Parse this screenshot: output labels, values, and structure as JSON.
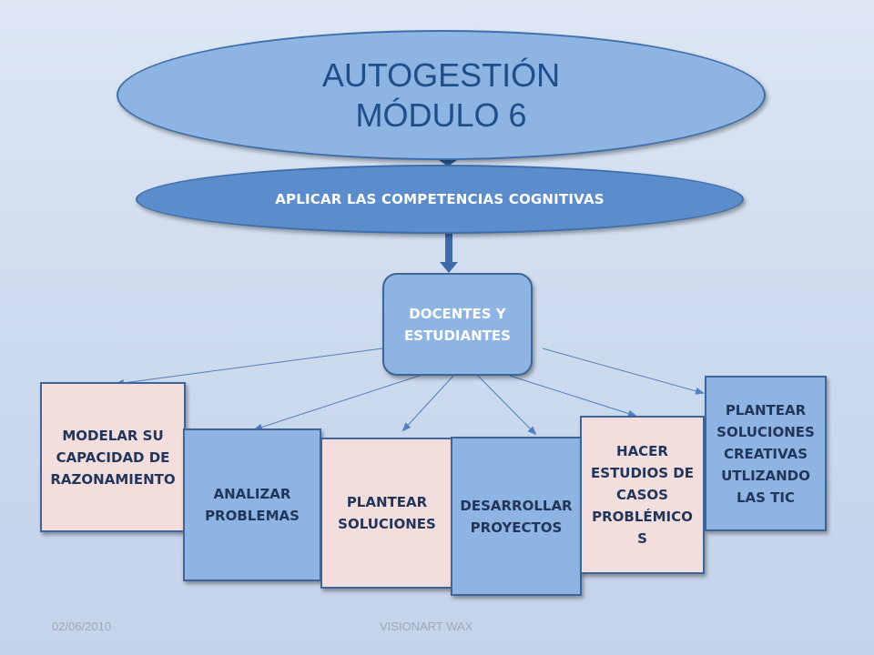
{
  "title": {
    "line1": "AUTOGESTIÓN",
    "line2": "MÓDULO 6"
  },
  "subtitle": "APLICAR LAS COMPETENCIAS COGNITIVAS",
  "center": {
    "line1": "DOCENTES Y",
    "line2": "ESTUDIANTES"
  },
  "children": [
    "MODELAR SU CAPACIDAD DE RAZONAMIENTO",
    "ANALIZAR PROBLEMAS",
    "PLANTEAR SOLUCIONES",
    "DESARROLLAR PROYECTOS",
    "HACER ESTUDIOS DE CASOS PROBLÉMICO S",
    "PLANTEAR SOLUCIONES CREATIVAS UTLIZANDO LAS TIC"
  ],
  "footer": {
    "date": "02/06/2010",
    "author": "VISIONART WAX"
  },
  "colors": {
    "light_blue": "#8eb4e3",
    "mid_blue": "#5b8ccc",
    "pink": "#f3dedd",
    "arrow": "#4f7fbf",
    "dark_arrow": "#2e5b96"
  }
}
